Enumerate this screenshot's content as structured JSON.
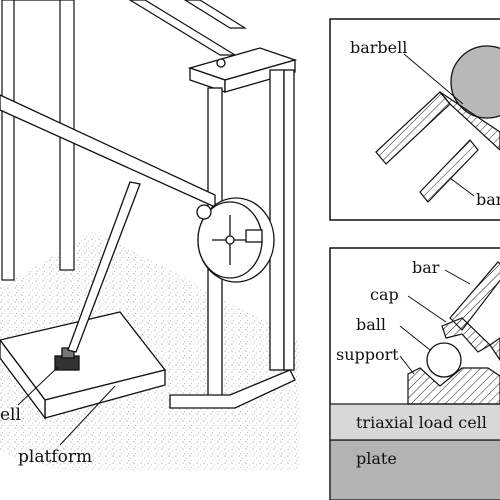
{
  "labels": {
    "left_cell": "ell",
    "left_platform": "platform",
    "top_right_barbell": "barbell",
    "top_right_bar": "bar",
    "bottom_right_bar": "bar",
    "bottom_right_cap": "cap",
    "bottom_right_ball": "ball",
    "bottom_right_support": "support",
    "bottom_right_loadcell": "triaxial load cell",
    "bottom_right_plate": "plate"
  }
}
